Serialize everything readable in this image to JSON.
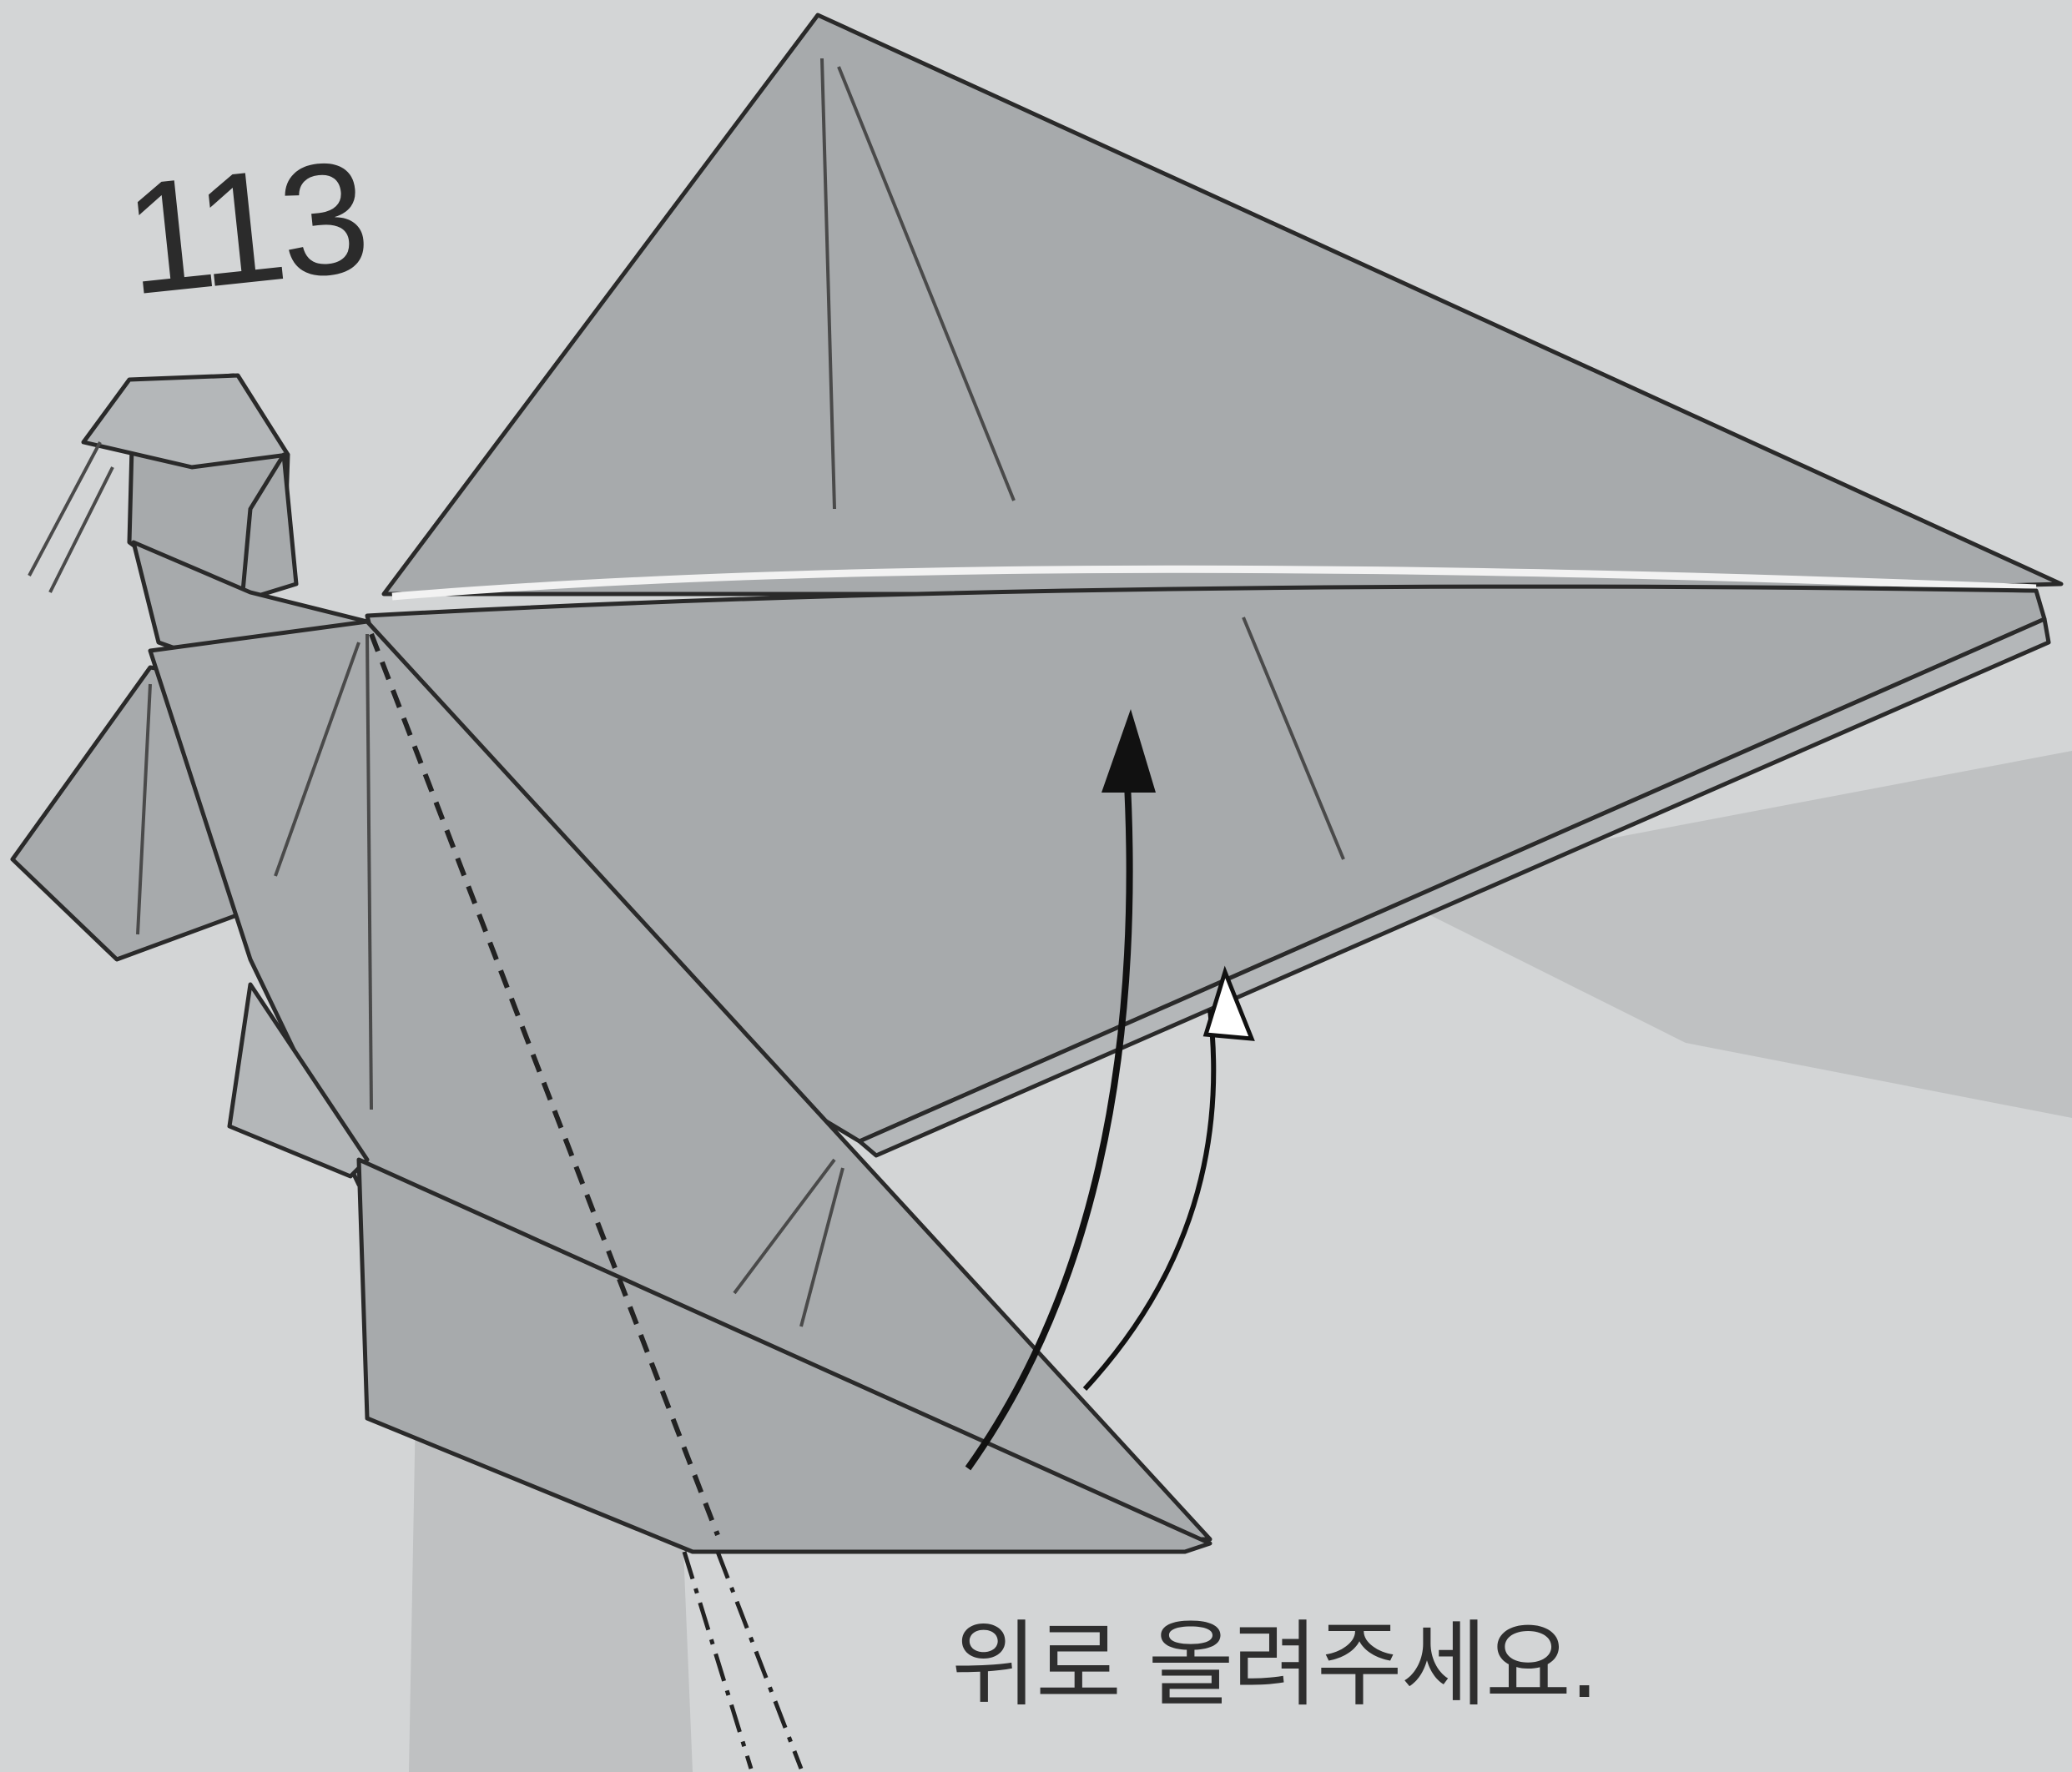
{
  "step": {
    "number": "113"
  },
  "instruction": {
    "text": "위로 올려주세요."
  },
  "colors": {
    "background": "#d3d5d6",
    "paper": "#a7aaac",
    "shadow": "#bfc1c2",
    "line": "#2a2a2a"
  },
  "icons": {
    "fold_arrow": "curved-up-arrow",
    "valley_line": "dashed-fold-line",
    "fold_direction": "hollow-arrowhead"
  }
}
